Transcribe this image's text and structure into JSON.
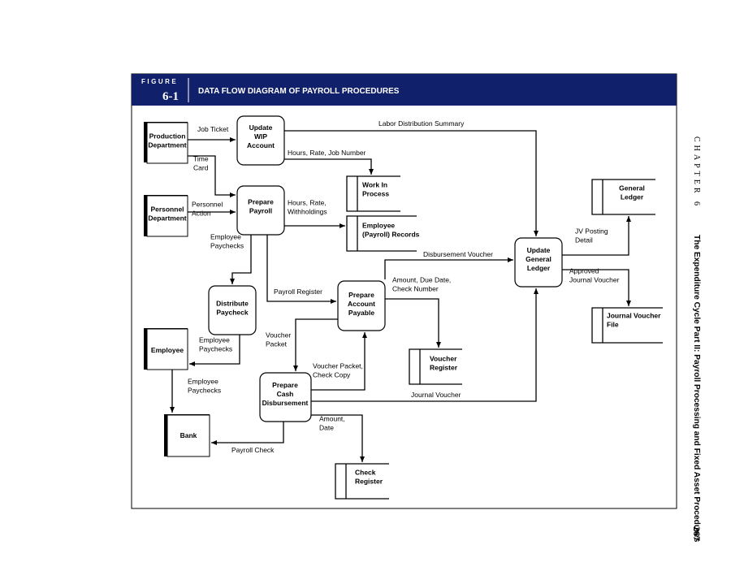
{
  "figure": {
    "figure_label": "FIGURE",
    "number": "6-1",
    "title": "DATA FLOW DIAGRAM OF PAYROLL PROCEDURES",
    "header_color": "#10206a"
  },
  "side": {
    "chapter": "CHAPTER 6",
    "running_title": "The Expenditure Cycle Part II: Payroll Processing and Fixed Asset Procedures",
    "page_number": "267"
  },
  "entities": {
    "production": [
      "Production",
      "Department"
    ],
    "personnel": [
      "Personnel",
      "Department"
    ],
    "employee": [
      "Employee"
    ],
    "bank": [
      "Bank"
    ]
  },
  "processes": {
    "update_wip": [
      "Update",
      "WIP",
      "Account"
    ],
    "prepare_payroll": [
      "Prepare",
      "Payroll"
    ],
    "distribute_paycheck": [
      "Distribute",
      "Paycheck"
    ],
    "prepare_ap": [
      "Prepare",
      "Account",
      "Payable"
    ],
    "prepare_cash": [
      "Prepare",
      "Cash",
      "Disbursement"
    ],
    "update_gl": [
      "Update",
      "General",
      "Ledger"
    ]
  },
  "stores": {
    "wip": [
      "Work In",
      "Process"
    ],
    "emp_records": [
      "Employee",
      "(Payroll) Records"
    ],
    "voucher_register": [
      "Voucher",
      "Register"
    ],
    "check_register": [
      "Check",
      "Register"
    ],
    "general_ledger": [
      "General",
      "Ledger"
    ],
    "journal_voucher_file": [
      "Journal Voucher",
      "File"
    ]
  },
  "flows": {
    "job_ticket": [
      "Job Ticket"
    ],
    "time_card": [
      "Time",
      "Card"
    ],
    "labor_distribution": [
      "Labor Distribution Summary"
    ],
    "hours_rate_job": [
      "Hours, Rate, Job Number"
    ],
    "personnel_action": [
      "Personnel",
      "Action"
    ],
    "hours_rate_withholdings": [
      "Hours, Rate,",
      "Withholdings"
    ],
    "employee_paychecks_1": [
      "Employee",
      "Paychecks"
    ],
    "disbursement_voucher": [
      "Disbursement Voucher"
    ],
    "payroll_register": [
      "Payroll Register"
    ],
    "amount_due_date": [
      "Amount, Due Date,",
      "Check Number"
    ],
    "jv_posting": [
      "JV Posting",
      "Detail"
    ],
    "approved_jv": [
      "Approved",
      "Journal Voucher"
    ],
    "employee_paychecks_2": [
      "Employee",
      "Paychecks"
    ],
    "voucher_packet": [
      "Voucher",
      "Packet"
    ],
    "employee_paychecks_3": [
      "Employee",
      "Paychecks"
    ],
    "voucher_packet_check_copy": [
      "Voucher Packet,",
      "Check Copy"
    ],
    "journal_voucher": [
      "Journal Voucher"
    ],
    "amount_date": [
      "Amount,",
      "Date"
    ],
    "payroll_check": [
      "Payroll Check"
    ]
  }
}
